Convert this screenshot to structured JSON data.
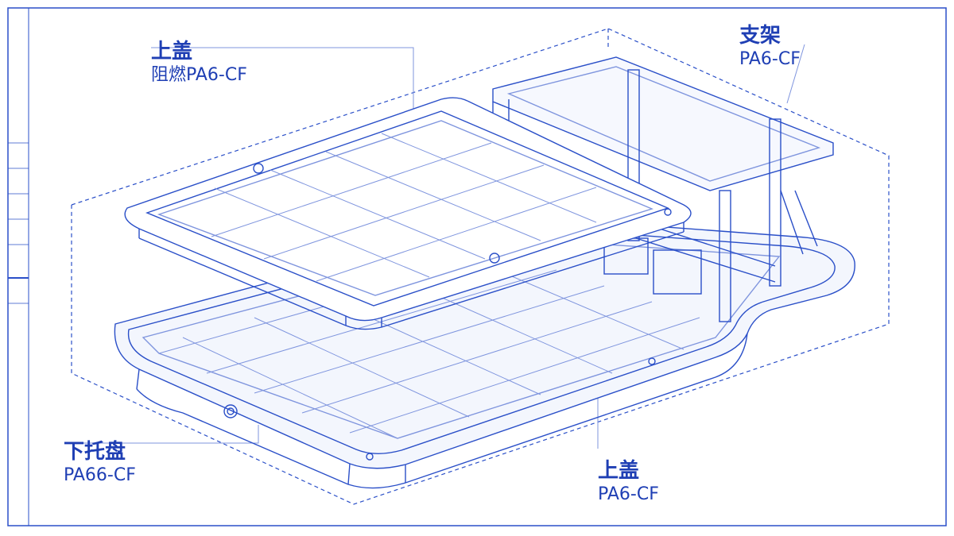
{
  "callouts": {
    "top_cover": {
      "title": "上盖",
      "material": "阻燃PA6-CF"
    },
    "bracket": {
      "title": "支架",
      "material": "PA6-CF"
    },
    "lower_tray": {
      "title": "下托盘",
      "material": "PA66-CF"
    },
    "cover_lower": {
      "title": "上盖",
      "material": "PA6-CF"
    }
  },
  "colors": {
    "line": "#2a4fc8",
    "light": "#7f95de",
    "text": "#1f3fb4",
    "bg": "#ffffff"
  }
}
